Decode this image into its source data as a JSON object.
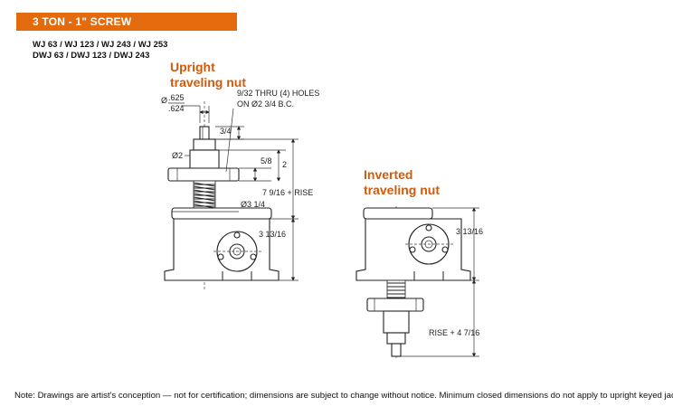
{
  "header": {
    "banner": "3 TON - 1\" SCREW"
  },
  "models": {
    "line1": "WJ 63 / WJ 123 / WJ 243 / WJ 253",
    "line2": "DWJ 63 / DWJ 123 / DWJ 243"
  },
  "upright": {
    "title_line1": "Upright",
    "title_line2": "traveling nut",
    "dim_shaft_phi": "Ø",
    "dim_shaft_top": ".625",
    "dim_shaft_bottom": ".624",
    "dim_holes_line1": "9/32 THRU (4) HOLES",
    "dim_holes_line2": "ON Ø2 3/4 B.C.",
    "dim_34": "3/4",
    "dim_d2": "Ø2",
    "dim_58": "5/8",
    "dim_2": "2",
    "dim_rise": "7 9/16 + RISE",
    "dim_d314": "Ø3 1/4",
    "dim_313": "3 13/16"
  },
  "inverted": {
    "title_line1": "Inverted",
    "title_line2": "traveling nut",
    "dim_313": "3 13/16",
    "dim_rise": "RISE + 4 7/16"
  },
  "footer": {
    "note": "Note: Drawings are artist's conception — not for certification; dimensions are subject to change without notice. Minimum closed dimensions do not apply to upright keyed jacks."
  },
  "colors": {
    "banner": "#e36a0d",
    "title": "#d45a0b"
  }
}
